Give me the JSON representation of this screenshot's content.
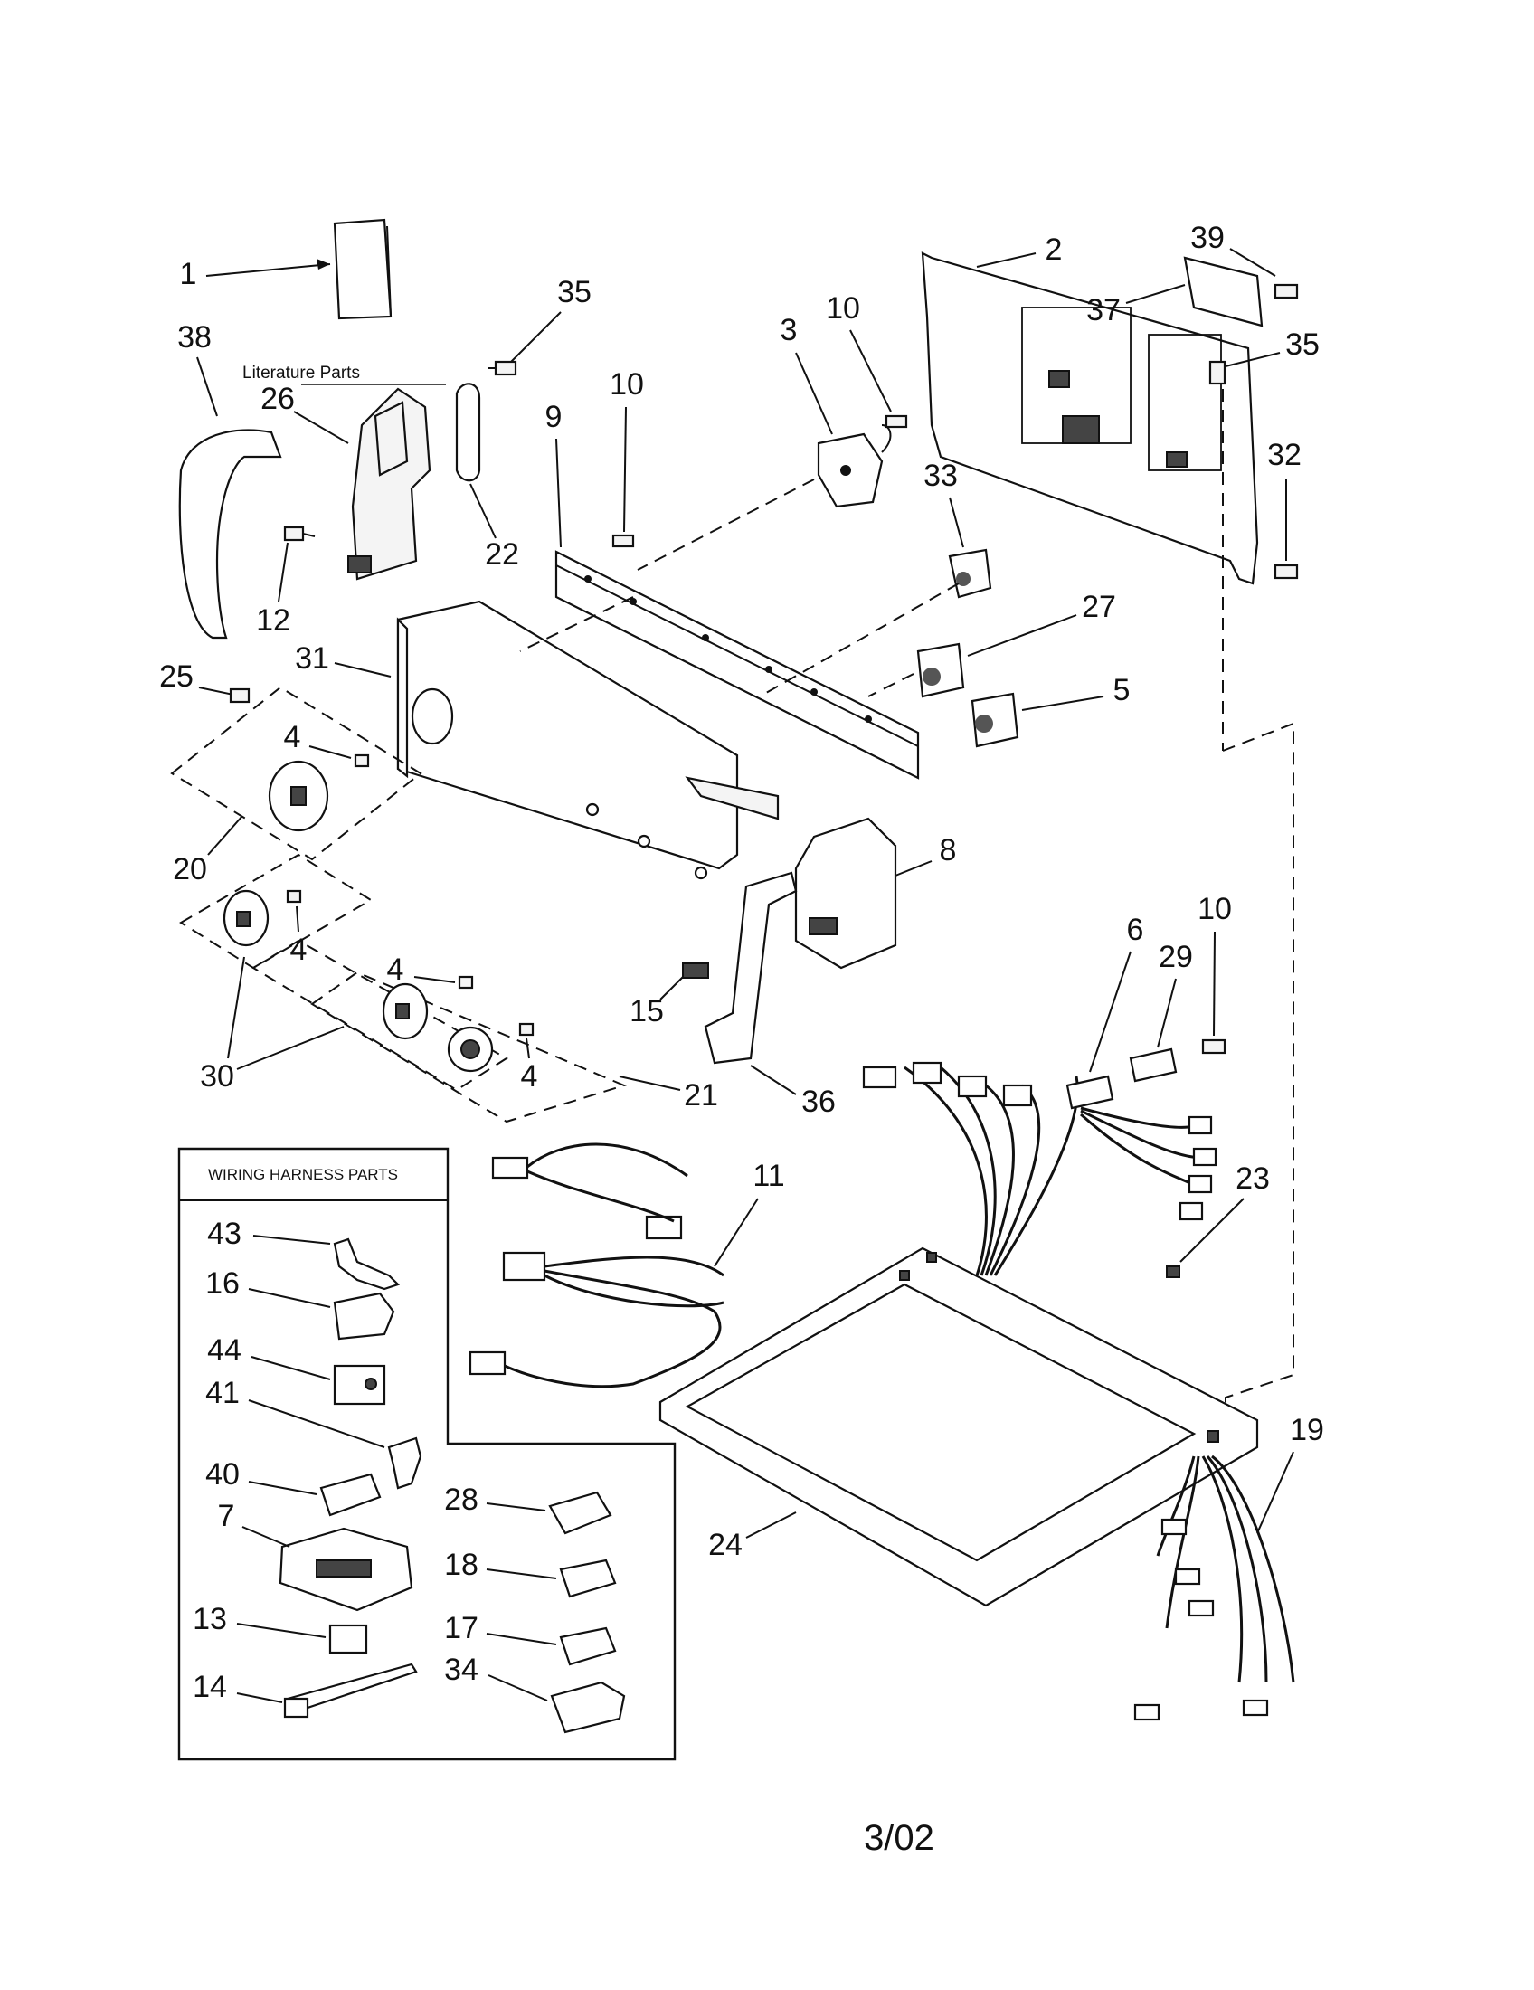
{
  "literature_label": "Literature Parts",
  "wiring_box_title": "WIRING HARNESS PARTS",
  "footer_code": "3/02",
  "callouts": {
    "c1": "1",
    "c2": "2",
    "c3": "3",
    "c4a": "4",
    "c4b": "4",
    "c4c": "4",
    "c4d": "4",
    "c5": "5",
    "c6": "6",
    "c7": "7",
    "c8": "8",
    "c9": "9",
    "c10a": "10",
    "c10b": "10",
    "c10c": "10",
    "c11": "11",
    "c12": "12",
    "c13": "13",
    "c14": "14",
    "c15": "15",
    "c16": "16",
    "c17": "17",
    "c18": "18",
    "c19": "19",
    "c20": "20",
    "c21": "21",
    "c22": "22",
    "c23": "23",
    "c24": "24",
    "c25": "25",
    "c26": "26",
    "c27": "27",
    "c28": "28",
    "c29": "29",
    "c30": "30",
    "c31": "31",
    "c32": "32",
    "c33": "33",
    "c34": "34",
    "c35a": "35",
    "c35b": "35",
    "c36": "36",
    "c37": "37",
    "c38": "38",
    "c39": "39",
    "c40": "40",
    "c41": "41",
    "c43": "43",
    "c44": "44"
  }
}
